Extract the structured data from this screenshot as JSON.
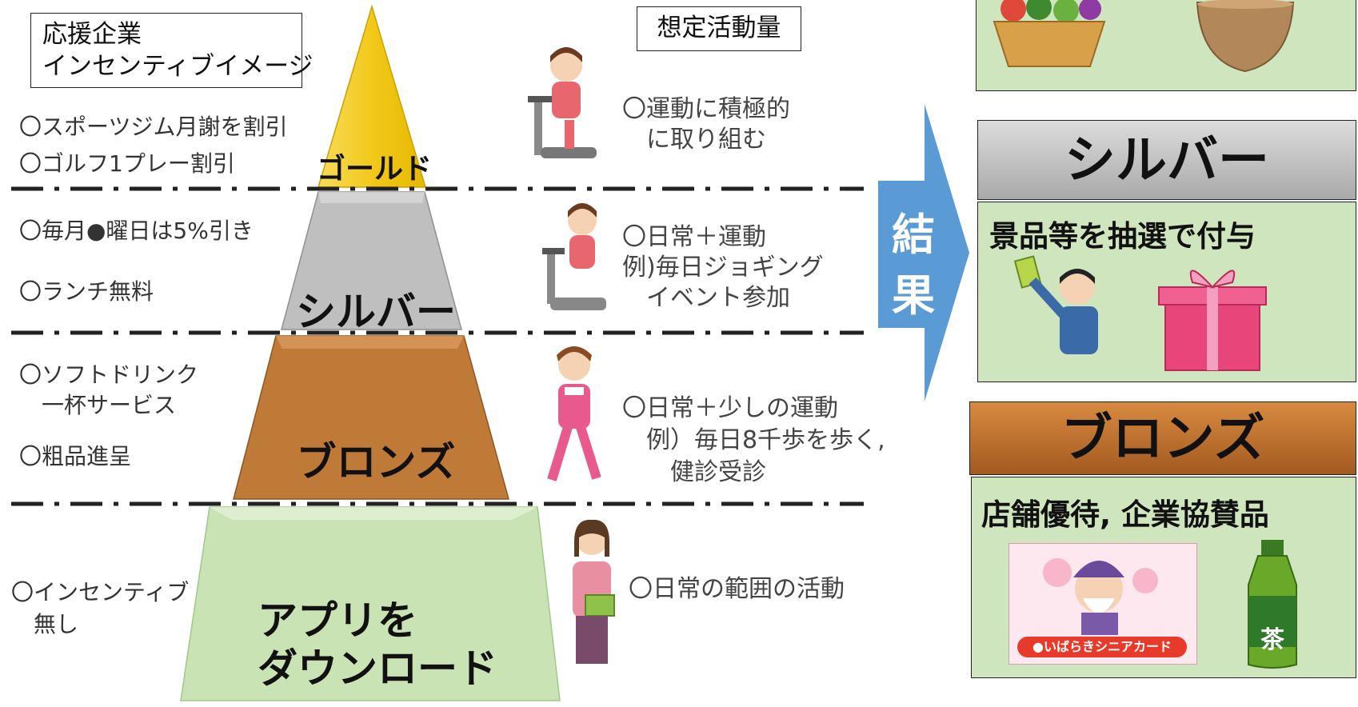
{
  "legend": {
    "line1": "応援企業",
    "line2": "インセンティブイメージ"
  },
  "activity_header": "想定活動量",
  "tiers": [
    {
      "id": "gold",
      "label": "ゴールド",
      "color": "#f2cc1a",
      "incentives": [
        "〇スポーツジム月謝を割引",
        "〇ゴルフ1プレー割引"
      ],
      "activity": [
        "〇運動に積極的",
        "　に取り組む"
      ]
    },
    {
      "id": "silver",
      "label": "シルバー",
      "color": "#bfbfbf",
      "incentives": [
        "〇毎月●曜日は5%引き",
        "〇ランチ無料"
      ],
      "activity": [
        "〇日常＋運動",
        "例)毎日ジョギング",
        "　イベント参加"
      ]
    },
    {
      "id": "bronze",
      "label": "ブロンズ",
      "color": "#c07a37",
      "incentives": [
        "〇ソフトドリンク",
        "　一杯サービス",
        "〇粗品進呈"
      ],
      "activity": [
        "〇日常＋少しの運動",
        "　例）毎日8千歩を歩く,",
        "　　健診受診"
      ]
    },
    {
      "id": "app",
      "label_line1": "アプリを",
      "label_line2": "ダウンロード",
      "color": "#c9e3b5",
      "incentives": [
        "〇インセンティブ",
        "　無し"
      ],
      "activity": [
        "〇日常の範囲の活動"
      ]
    }
  ],
  "result": {
    "char1": "結",
    "char2": "果",
    "color": "#5b9bd5"
  },
  "panels": {
    "silver": {
      "title": "シルバー",
      "text": "景品等を抽選で付与",
      "icons": [
        "lottery-ticket-person-icon",
        "gift-box-icon"
      ]
    },
    "bronze": {
      "title": "ブロンズ",
      "text": "店舗優待, 企業協賛品",
      "icons": [
        "ibaraki-senior-card-icon",
        "green-tea-bottle-icon"
      ],
      "card_label": "●いばらきシニアカード",
      "tea_label": "茶"
    },
    "gold": {
      "icons": [
        "vegetable-basket-icon",
        "rice-bowl-icon"
      ]
    }
  },
  "colors": {
    "gold": "#f2cc1a",
    "silver": "#bfbfbf",
    "bronze": "#c07a37",
    "app": "#c9e3b5",
    "arrow": "#5b9bd5",
    "panel_green": "#cfe5bd"
  }
}
